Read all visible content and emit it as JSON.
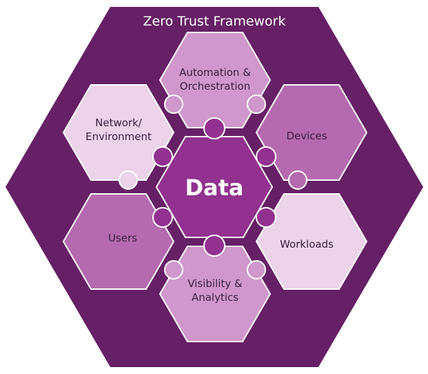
{
  "diagram": {
    "title": "Zero Trust Framework",
    "center_label": "Data",
    "pillars": [
      {
        "key": "automation",
        "line1": "Automation &",
        "line2": "Orchestration",
        "color": "#cf97cc"
      },
      {
        "key": "devices",
        "line1": "Devices",
        "line2": "",
        "color": "#b56aaf"
      },
      {
        "key": "workloads",
        "line1": "Workloads",
        "line2": "",
        "color": "#ecd3ea"
      },
      {
        "key": "visibility",
        "line1": "Visibility &",
        "line2": "Analytics",
        "color": "#cf97cc"
      },
      {
        "key": "users",
        "line1": "Users",
        "line2": "",
        "color": "#b56aaf"
      },
      {
        "key": "network",
        "line1": "Network/",
        "line2": "Environment",
        "color": "#ecd3ea"
      }
    ],
    "colors": {
      "outer": "#662066",
      "center": "#92318f",
      "white": "#ffffff",
      "text": "#3a1f3f"
    }
  }
}
